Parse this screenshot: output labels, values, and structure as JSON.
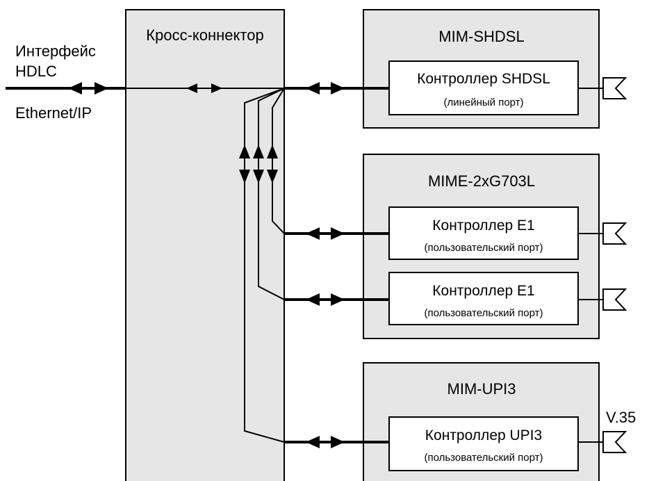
{
  "interface": {
    "line1": "Интерфейс",
    "line2": "HDLC",
    "line3": "Ethernet/IP"
  },
  "cross_connector": {
    "title": "Кросс-коннектор"
  },
  "modules": [
    {
      "title": "MIM-SHDSL",
      "controllers": [
        {
          "name": "Контроллер SHDSL",
          "sub": "(линейный порт)"
        }
      ]
    },
    {
      "title": "MIME-2xG703L",
      "controllers": [
        {
          "name": "Контроллер E1",
          "sub": "(пользовательский порт)"
        },
        {
          "name": "Контроллер E1",
          "sub": "(пользовательский порт)"
        }
      ]
    },
    {
      "title": "MIM-UPI3",
      "port_label": "V.35",
      "controllers": [
        {
          "name": "Контроллер UPI3",
          "sub": "(пользовательский порт)"
        }
      ]
    }
  ],
  "colors": {
    "box_fill": "#e6e6e6",
    "line": "#000000",
    "background": "#ffffff"
  }
}
